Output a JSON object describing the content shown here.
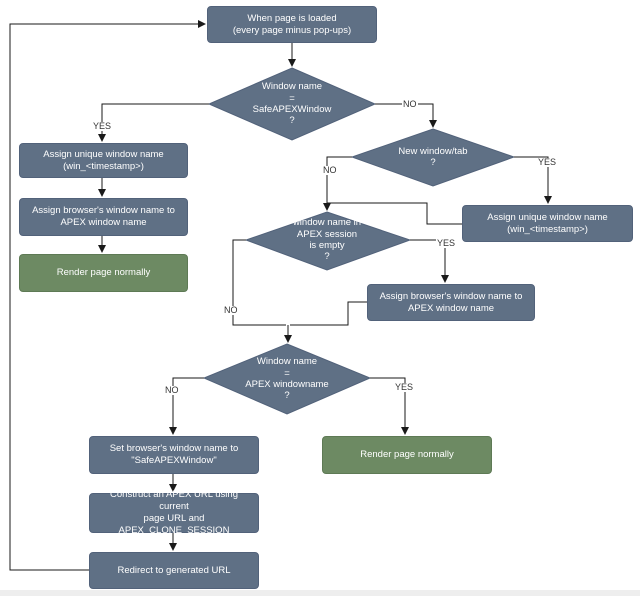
{
  "nodes": {
    "start": "When page is loaded\n(every page minus pop-ups)",
    "d_window_name": "Window name\n=\nSafeAPEXWindow\n?",
    "assign_unique_left": "Assign unique window name\n(win_<timestamp>)",
    "assign_browser_left": "Assign browser's window name to\nAPEX window name",
    "render_left": "Render page normally",
    "d_new_window": "New window/tab\n?",
    "assign_unique_right": "Assign unique window name\n(win_<timestamp>)",
    "d_session_empty": "window name in\nAPEX session\nis empty\n?",
    "assign_browser_right": "Assign browser's window name to\nAPEX window name",
    "d_apex_windowname": "Window name\n=\nAPEX windowname\n?",
    "set_browser_name": "Set browser's window name to\n\"SafeAPEXWindow\"",
    "render_right": "Render page normally",
    "construct_url": "Construct an APEX URL using current\npage URL and\nAPEX_CLONE_SESSION",
    "redirect": "Redirect to generated URL"
  },
  "labels": {
    "yes": "YES",
    "no": "NO"
  },
  "colors": {
    "process": "#5f7085",
    "terminal": "#6d8a63",
    "line": "#1a1a1a"
  }
}
